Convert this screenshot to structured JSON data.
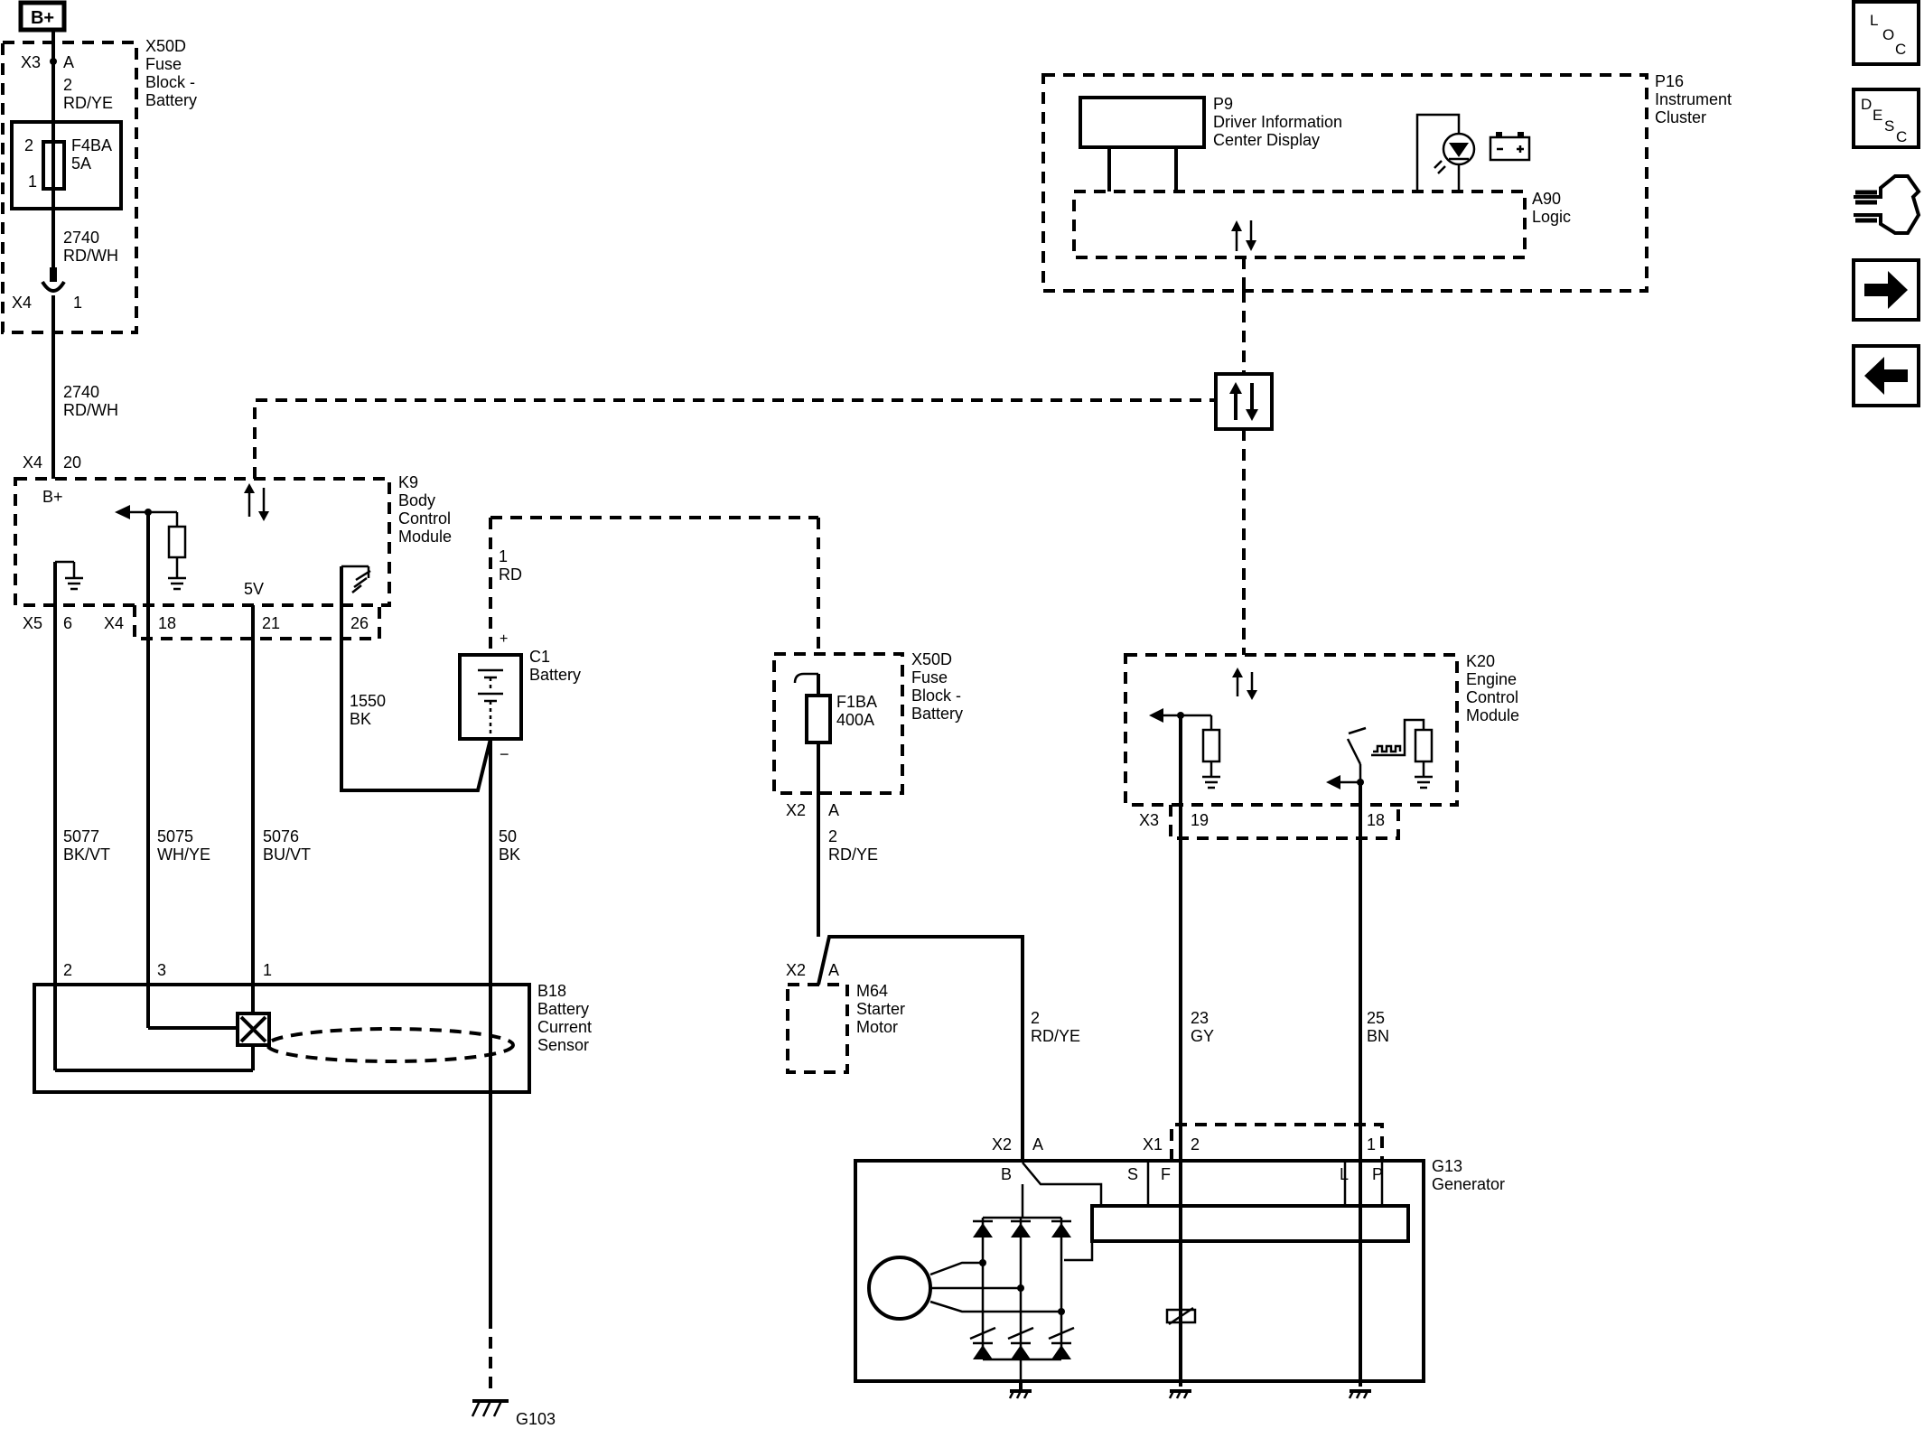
{
  "power": {
    "label": "B+"
  },
  "fuse_block_top": {
    "connector_top": "X3",
    "pin_top": "A",
    "wire_top": [
      "2",
      "RD/YE"
    ],
    "fuse": {
      "pin2": "2",
      "pin1": "1",
      "name": "F4BA",
      "rating": "5A"
    },
    "wire_bottom": [
      "2740",
      "RD/WH"
    ],
    "connector_bottom": "X4",
    "pin_bottom": "1",
    "title": [
      "X50D",
      "Fuse",
      "Block -",
      "Battery"
    ]
  },
  "feed_wire": [
    "2740",
    "RD/WH"
  ],
  "bcm": {
    "title": [
      "K9",
      "Body",
      "Control",
      "Module"
    ],
    "conn_in": "X4",
    "pin_in": "20",
    "supply": "B+",
    "vref": "5V",
    "conn_a": "X5",
    "pin_a": "6",
    "conn_b": "X4",
    "pins_b": [
      "18",
      "21",
      "26"
    ]
  },
  "battery": {
    "title": [
      "C1",
      "Battery"
    ],
    "plus": "+",
    "minus": "−",
    "wire_top": [
      "1",
      "RD"
    ],
    "wire_ground": [
      "1550",
      "BK"
    ],
    "wire_out": [
      "50",
      "BK"
    ]
  },
  "sensor_wires": [
    [
      "5077",
      "BK/VT"
    ],
    [
      "5075",
      "WH/YE"
    ],
    [
      "5076",
      "BU/VT"
    ]
  ],
  "current_sensor": {
    "title": [
      "B18",
      "Battery",
      "Current",
      "Sensor"
    ],
    "pins": [
      "2",
      "3",
      "1"
    ]
  },
  "ground": {
    "label": "G103"
  },
  "fuse_block_mid": {
    "title": [
      "X50D",
      "Fuse",
      "Block -",
      "Battery"
    ],
    "fuse": [
      "F1BA",
      "400A"
    ],
    "connector": "X2",
    "pin": "A",
    "wire": [
      "2",
      "RD/YE"
    ]
  },
  "starter": {
    "title": [
      "M64",
      "Starter",
      "Motor"
    ],
    "connector": "X2",
    "pin": "A"
  },
  "starter_gen_wire": [
    "2",
    "RD/YE"
  ],
  "cluster": {
    "title": [
      "P16",
      "Instrument",
      "Cluster"
    ],
    "display": [
      "P9",
      "Driver Information",
      "Center Display"
    ],
    "logic": [
      "A90",
      "Logic"
    ]
  },
  "ecm": {
    "title": [
      "K20",
      "Engine",
      "Control",
      "Module"
    ],
    "connector": "X3",
    "pins": [
      "19",
      "18"
    ]
  },
  "ecm_wires": [
    [
      "23",
      "GY"
    ],
    [
      "25",
      "BN"
    ]
  ],
  "generator": {
    "title": [
      "G13",
      "Generator"
    ],
    "conn_b": "X2",
    "pin_b": "A",
    "conn_x1": "X1",
    "pins_x1": [
      "2",
      "1"
    ],
    "terminals": [
      "B",
      "S",
      "F",
      "L",
      "P"
    ]
  },
  "nav": {
    "loc": [
      "L",
      "O",
      "C"
    ],
    "desc": [
      "D",
      "E",
      "S",
      "C"
    ],
    "icons": [
      "connector-icon",
      "next-arrow-icon",
      "previous-arrow-icon"
    ]
  }
}
